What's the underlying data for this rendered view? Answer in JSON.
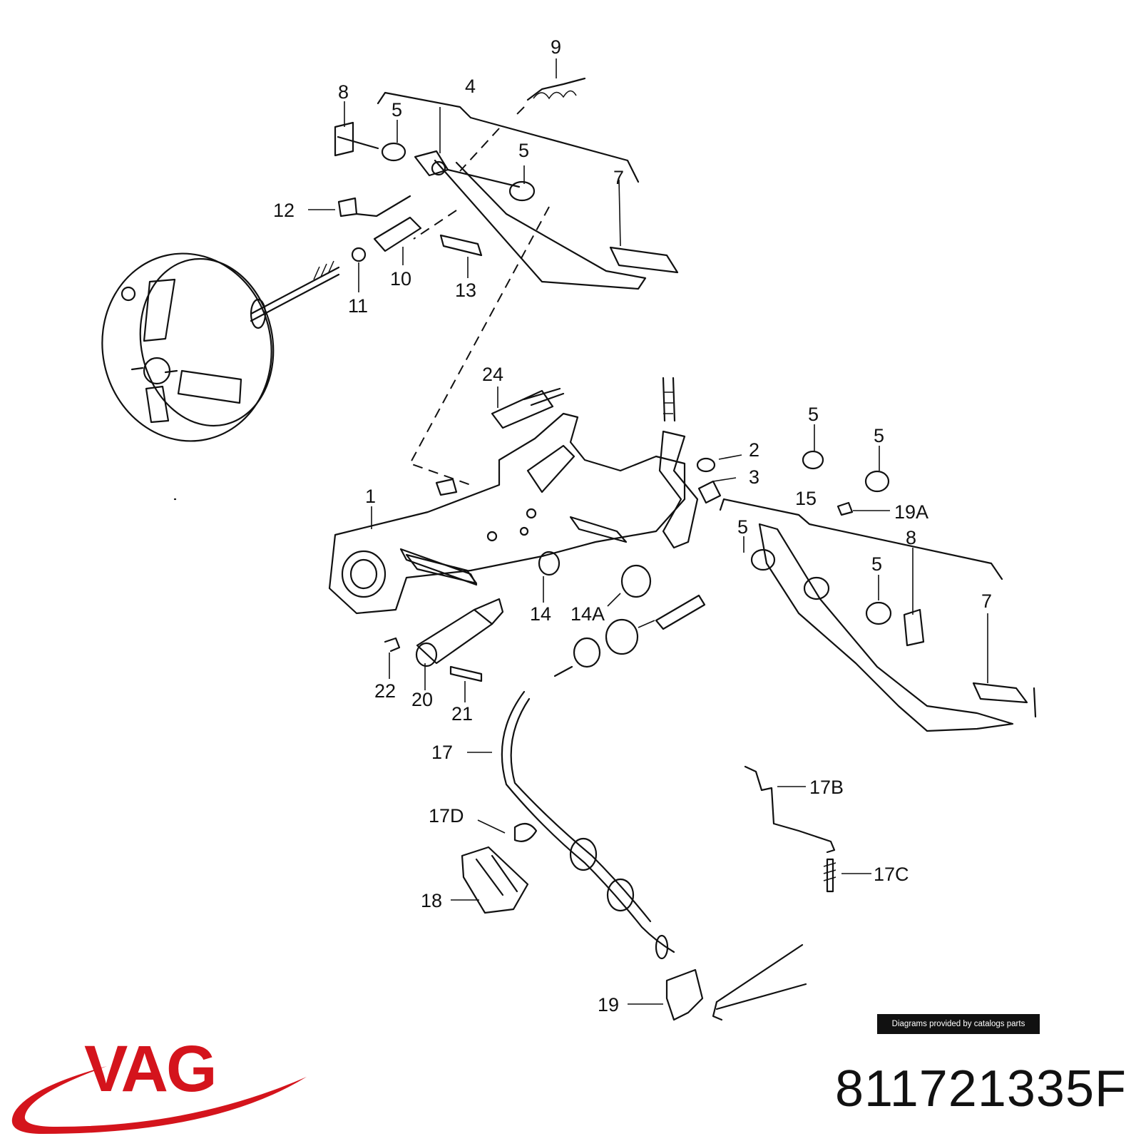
{
  "diagram": {
    "callouts": [
      "1",
      "2",
      "3",
      "4",
      "5",
      "7",
      "8",
      "9",
      "10",
      "11",
      "12",
      "13",
      "14",
      "14A",
      "15",
      "17",
      "17B",
      "17C",
      "17D",
      "18",
      "19",
      "19A",
      "20",
      "21",
      "22",
      "24"
    ]
  },
  "labels": {
    "l9": "9",
    "l8a": "8",
    "l4": "4",
    "l5a": "5",
    "l5b": "5",
    "l7a": "7",
    "l12": "12",
    "l10": "10",
    "l11": "11",
    "l13": "13",
    "l24": "24",
    "l5c": "5",
    "l5d": "5",
    "l2": "2",
    "l3": "3",
    "l15": "15",
    "l19a": "19A",
    "l1": "1",
    "l5e": "5",
    "l8b": "8",
    "l5f": "5",
    "l7b": "7",
    "l14": "14",
    "l14a": "14A",
    "l22": "22",
    "l20": "20",
    "l21": "21",
    "l17": "17",
    "l17b": "17B",
    "l17d": "17D",
    "l17c": "17C",
    "l18": "18",
    "l19": "19"
  },
  "credit": "Diagrams provided by catalogs parts",
  "brand": {
    "name": "VAG",
    "color": "#d4141c"
  },
  "part_number": "811721335F"
}
